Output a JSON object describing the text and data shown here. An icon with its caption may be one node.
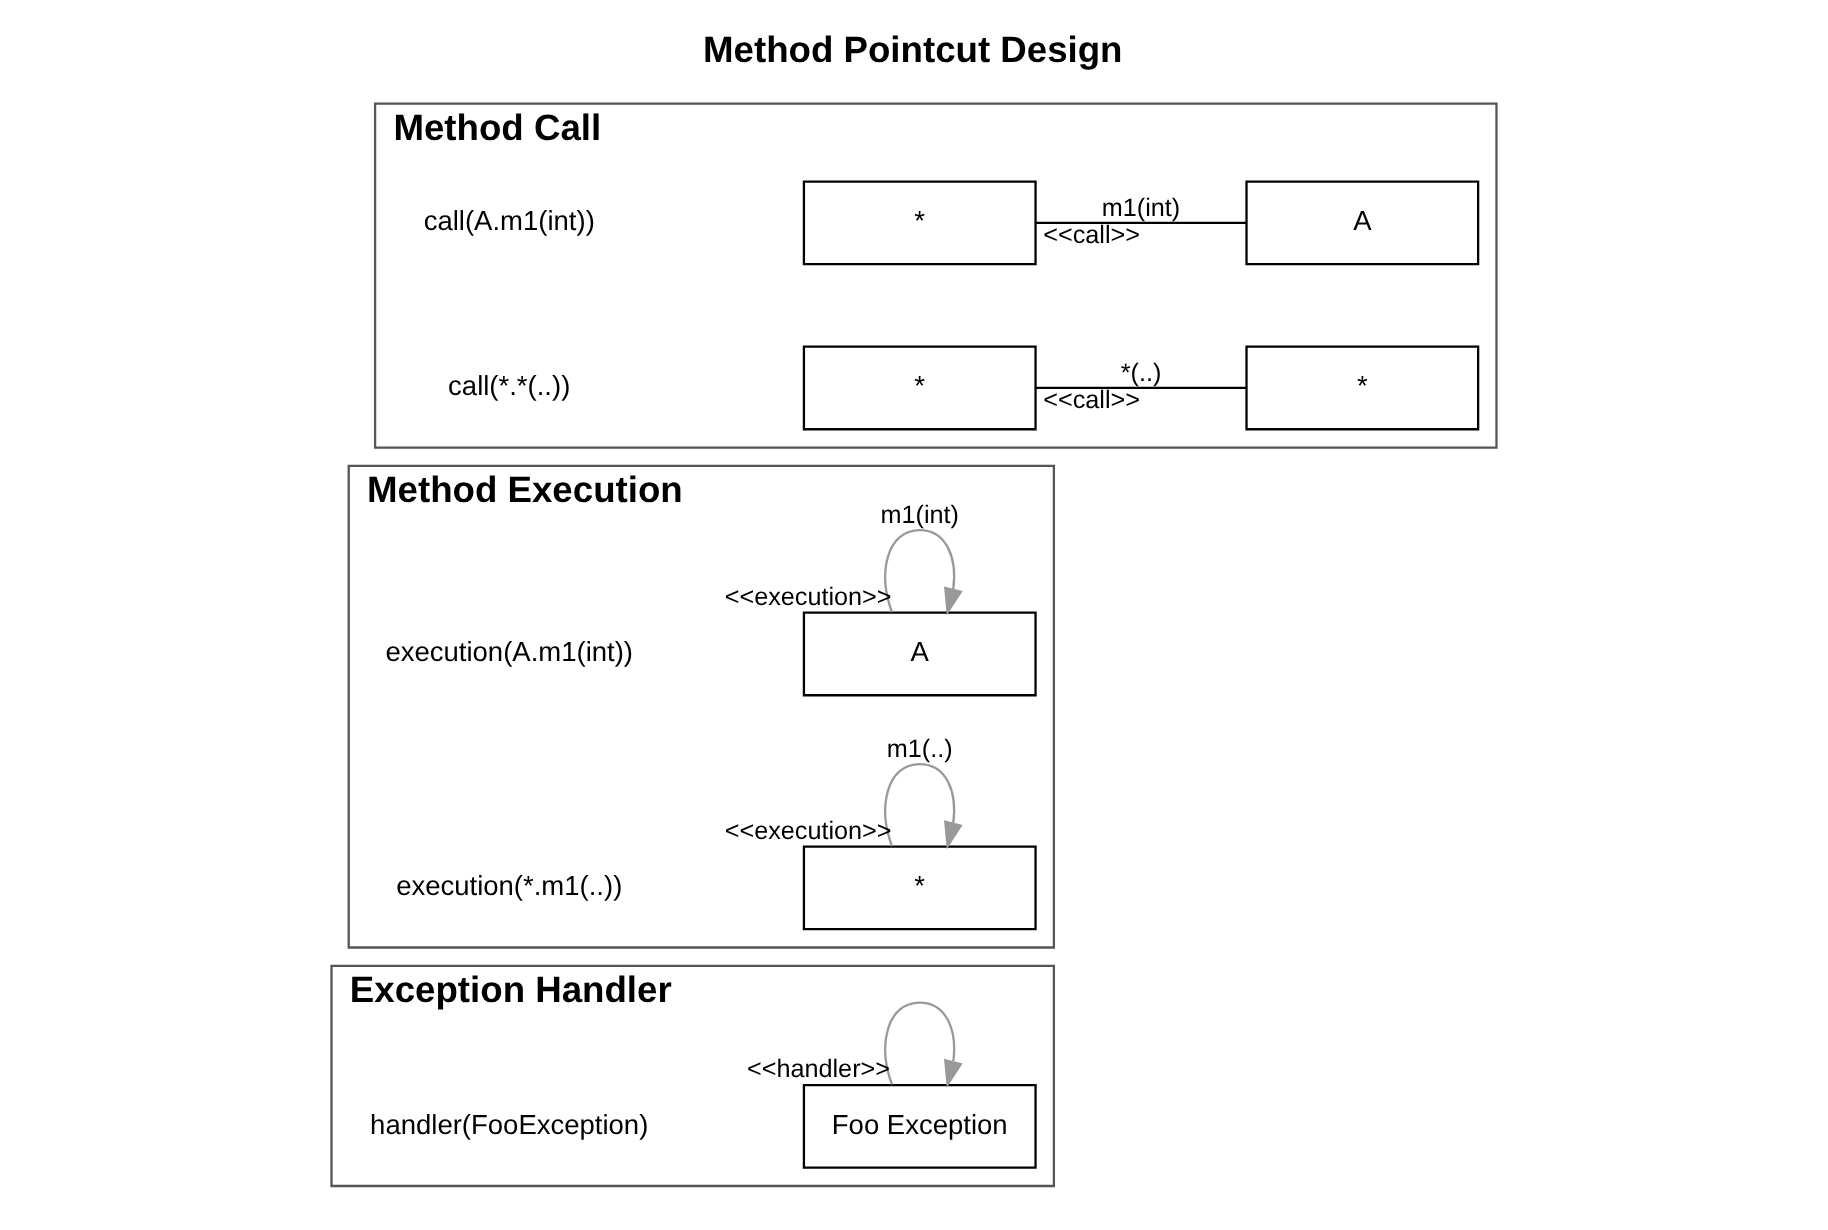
{
  "diagram": {
    "title": "Method Pointcut Design",
    "nodes": [
      {
        "text": [
          "Method Call"
        ]
      },
      {
        "text": [
          "*"
        ],
        "in": 0
      },
      {
        "text": [
          "A"
        ],
        "in": 0
      },
      {
        "text": [
          "*"
        ],
        "in": 0
      },
      {
        "text": [
          "*"
        ],
        "in": 0
      },
      {
        "text": [
          "Method Execution"
        ]
      },
      {
        "text": [
          "A"
        ],
        "in": 5
      },
      {
        "text": [
          "*"
        ],
        "in": 5
      },
      {
        "text": [
          "Exception Handler"
        ]
      },
      {
        "text": [
          "Foo Exception"
        ],
        "in": 8
      }
    ],
    "edges": [
      {
        "from": 1,
        "to": 2,
        "arrow": "none",
        "label": "m1(int)",
        "color": "#000000"
      },
      {
        "from": 3,
        "to": 4,
        "arrow": "none",
        "label": "*(..)",
        "color": "#000000"
      },
      {
        "from": 6,
        "to": 6,
        "arrow": "to",
        "label": "m1(int)",
        "color": "#999999"
      },
      {
        "from": 7,
        "to": 7,
        "arrow": "to",
        "label": "m1(..)",
        "color": "#999999"
      },
      {
        "from": 9,
        "to": 9,
        "arrow": "to",
        "color": "#999999"
      }
    ],
    "labels": [
      "call(A.m1(int))",
      "<<call>>",
      "call(*.*(..))",
      "<<call>>",
      "execution(A.m1(int))",
      "<<execution>>",
      "execution(*.m1(..))",
      "<<execution>>",
      "handler(FooException)",
      "<<handler>>"
    ]
  }
}
